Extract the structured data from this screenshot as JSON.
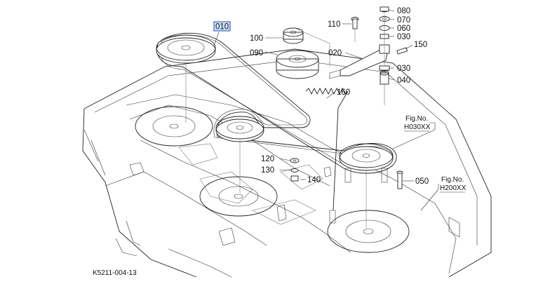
{
  "drawing_code": "K5211-004-13",
  "callouts": {
    "c010": "010",
    "c020": "020",
    "c030a": "030",
    "c030b": "030",
    "c040": "040",
    "c050": "050",
    "c060": "060",
    "c070": "070",
    "c080": "080",
    "c090": "090",
    "c100": "100",
    "c110": "110",
    "c120": "120",
    "c130": "130",
    "c140": "140",
    "c150": "150",
    "c160": "160"
  },
  "fig_refs": {
    "ref1_line1": "Fig.No.",
    "ref1_line2": "H030XX",
    "ref2_line1": "Fig.No.",
    "ref2_line2": "H200XX"
  },
  "highlight_color": "#1a4fb5"
}
